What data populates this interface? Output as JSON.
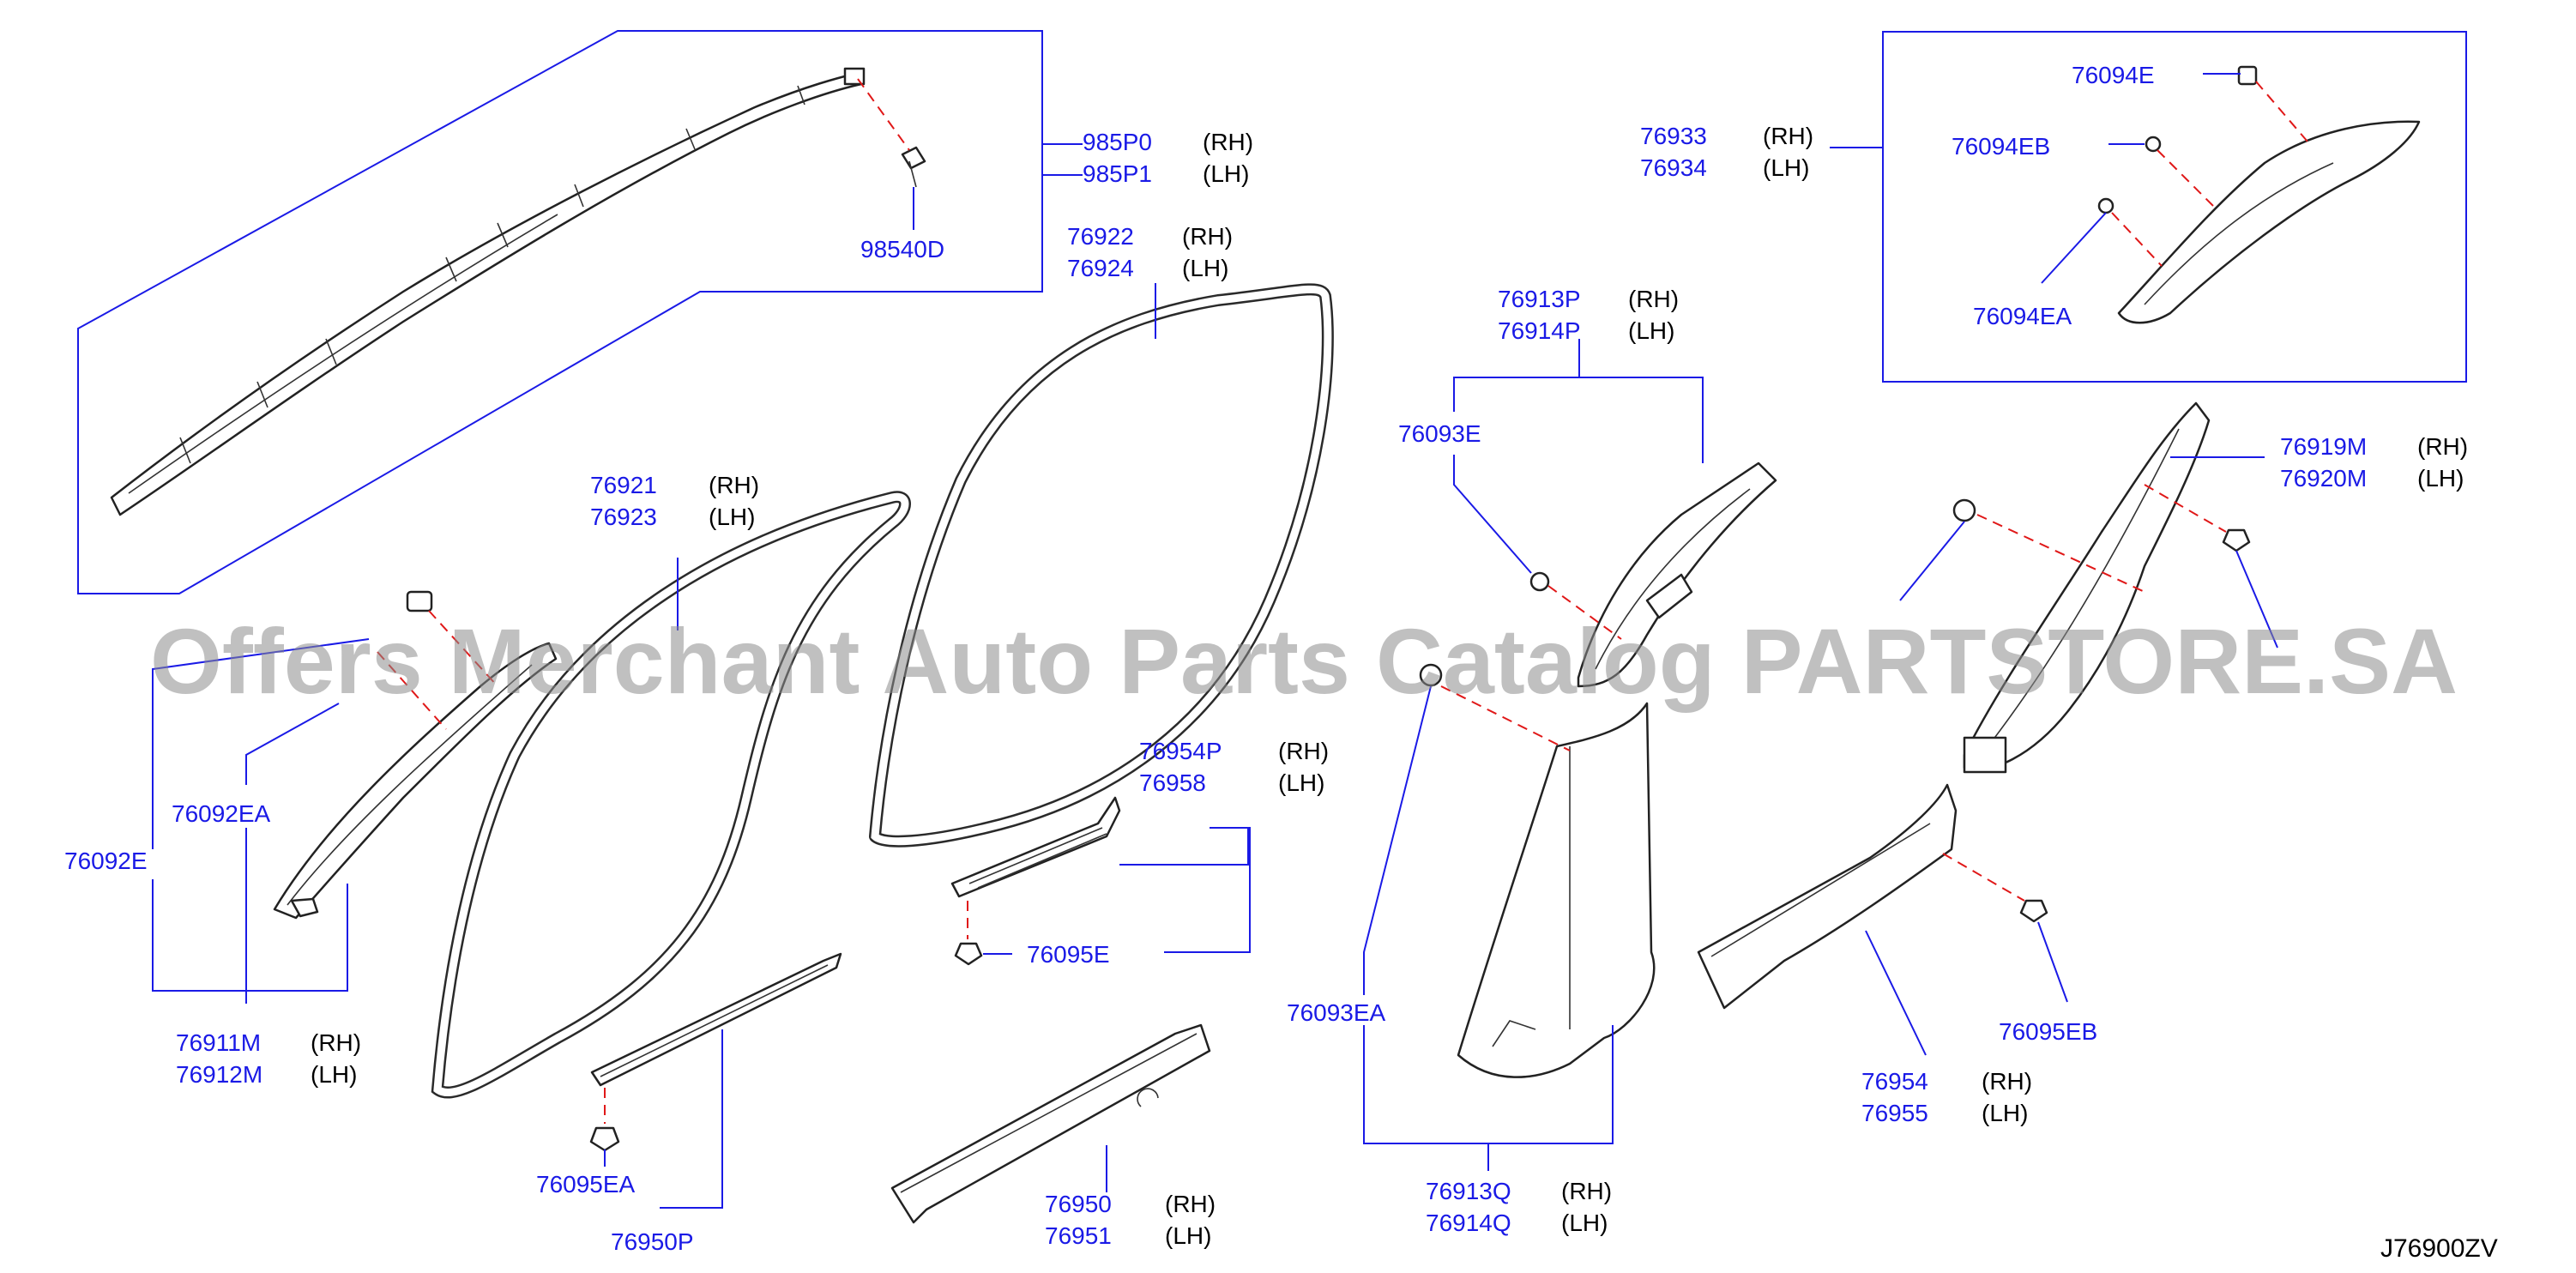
{
  "diagram": {
    "drawing_number": "J76900ZV",
    "watermark": "Offers Merchant Auto Parts Catalog PARTSTORE.SA",
    "side_labels": {
      "rh": "(RH)",
      "lh": "(LH)"
    },
    "callouts": [
      {
        "id": "985P0",
        "part": "985P0",
        "side": "(RH)"
      },
      {
        "id": "985P1",
        "part": "985P1",
        "side": "(LH)"
      },
      {
        "id": "98540D",
        "part": "98540D"
      },
      {
        "id": "76922",
        "part": "76922",
        "side": "(RH)"
      },
      {
        "id": "76924",
        "part": "76924",
        "side": "(LH)"
      },
      {
        "id": "76921",
        "part": "76921",
        "side": "(RH)"
      },
      {
        "id": "76923",
        "part": "76923",
        "side": "(LH)"
      },
      {
        "id": "76092EA",
        "part": "76092EA"
      },
      {
        "id": "76092E",
        "part": "76092E"
      },
      {
        "id": "76911M",
        "part": "76911M",
        "side": "(RH)"
      },
      {
        "id": "76912M",
        "part": "76912M",
        "side": "(LH)"
      },
      {
        "id": "76095EA",
        "part": "76095EA"
      },
      {
        "id": "76950P",
        "part": "76950P"
      },
      {
        "id": "76954P",
        "part": "76954P",
        "side": "(RH)"
      },
      {
        "id": "76958",
        "part": "76958",
        "side": "(LH)"
      },
      {
        "id": "76095E",
        "part": "76095E"
      },
      {
        "id": "76950",
        "part": "76950",
        "side": "(RH)"
      },
      {
        "id": "76951",
        "part": "76951",
        "side": "(LH)"
      },
      {
        "id": "76913P",
        "part": "76913P",
        "side": "(RH)"
      },
      {
        "id": "76914P",
        "part": "76914P",
        "side": "(LH)"
      },
      {
        "id": "76093E",
        "part": "76093E"
      },
      {
        "id": "76093EA",
        "part": "76093EA"
      },
      {
        "id": "76913Q",
        "part": "76913Q",
        "side": "(RH)"
      },
      {
        "id": "76914Q",
        "part": "76914Q",
        "side": "(LH)"
      },
      {
        "id": "76933",
        "part": "76933",
        "side": "(RH)"
      },
      {
        "id": "76934",
        "part": "76934",
        "side": "(LH)"
      },
      {
        "id": "76094E",
        "part": "76094E"
      },
      {
        "id": "76094EB",
        "part": "76094EB"
      },
      {
        "id": "76094EA",
        "part": "76094EA"
      },
      {
        "id": "76919M",
        "part": "76919M",
        "side": "(RH)"
      },
      {
        "id": "76920M",
        "part": "76920M",
        "side": "(LH)"
      },
      {
        "id": "76095EB",
        "part": "76095EB"
      },
      {
        "id": "76954",
        "part": "76954",
        "side": "(RH)"
      },
      {
        "id": "76955",
        "part": "76955",
        "side": "(LH)"
      }
    ]
  }
}
